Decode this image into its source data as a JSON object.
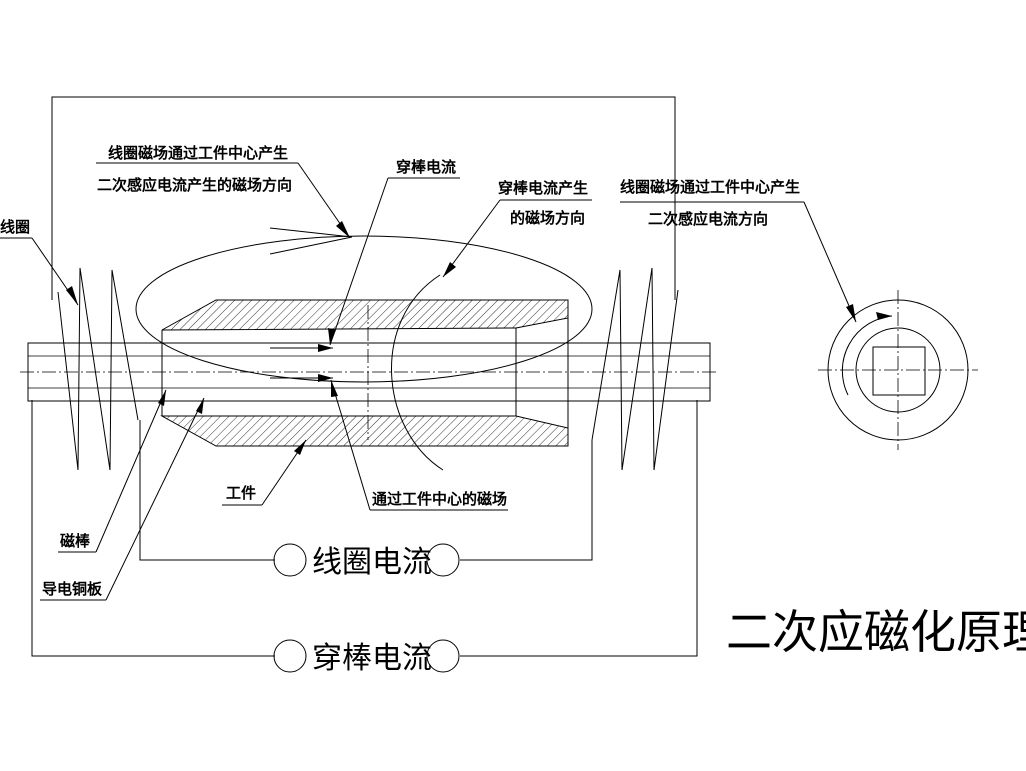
{
  "labels": {
    "coil": "线圈",
    "coil_field_line1": "线圈磁场通过工件中心产生",
    "coil_field_line2": "二次感应电流产生的磁场方向",
    "rod_current": "穿棒电流",
    "rod_field_line1": "穿棒电流产生",
    "rod_field_line2": "的磁场方向",
    "right_line1": "线圈磁场通过工件中心产生",
    "right_line2": "二次感应电流方向",
    "workpiece": "工件",
    "center_field": "通过工件中心的磁场",
    "magnetic_rod": "磁棒",
    "copper_plate": "导电铜板",
    "coil_current": "线圈电流",
    "rod_current_big": "穿棒电流",
    "title": "二次应磁化原理图"
  }
}
